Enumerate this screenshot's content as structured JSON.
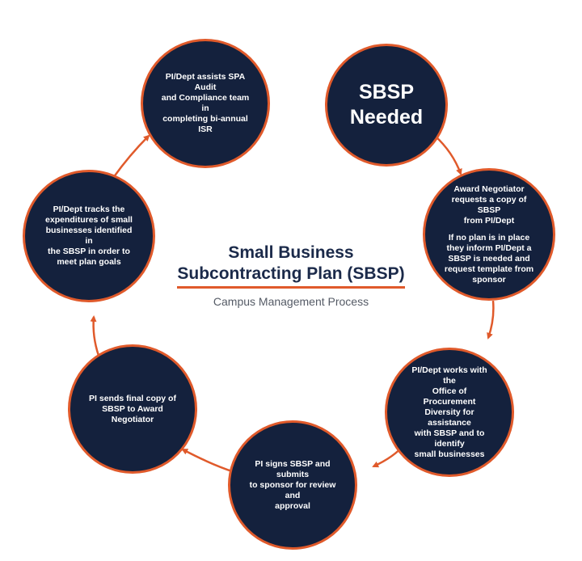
{
  "colors": {
    "node_fill": "#14213d",
    "accent": "#e05a2b",
    "title_text": "#1b2a4a",
    "subtitle_text": "#555b66"
  },
  "center": {
    "title_line1": "Small Business",
    "title_line2": "Subcontracting Plan (SBSP)",
    "subtitle": "Campus Management Process"
  },
  "steps": [
    {
      "text": "SBSP\nNeeded"
    },
    {
      "text": "Award Negotiator\nrequests a copy of SBSP\nfrom PI/Dept",
      "text2": "If no plan is in place\nthey inform PI/Dept a\nSBSP is needed and\nrequest template from\nsponsor"
    },
    {
      "text": "PI/Dept works with the\nOffice of Procurement\nDiversity for assistance\nwith SBSP and to identify\nsmall businesses"
    },
    {
      "text": "PI signs SBSP and submits\nto sponsor for review and\napproval"
    },
    {
      "text": "PI sends final copy of\nSBSP to Award\nNegotiator"
    },
    {
      "text": "PI/Dept tracks the\nexpenditures of small\nbusinesses identified in\nthe SBSP in order to\nmeet plan goals"
    },
    {
      "text": "PI/Dept assists SPA Audit\nand Compliance team in\ncompleting bi-annual ISR"
    }
  ]
}
